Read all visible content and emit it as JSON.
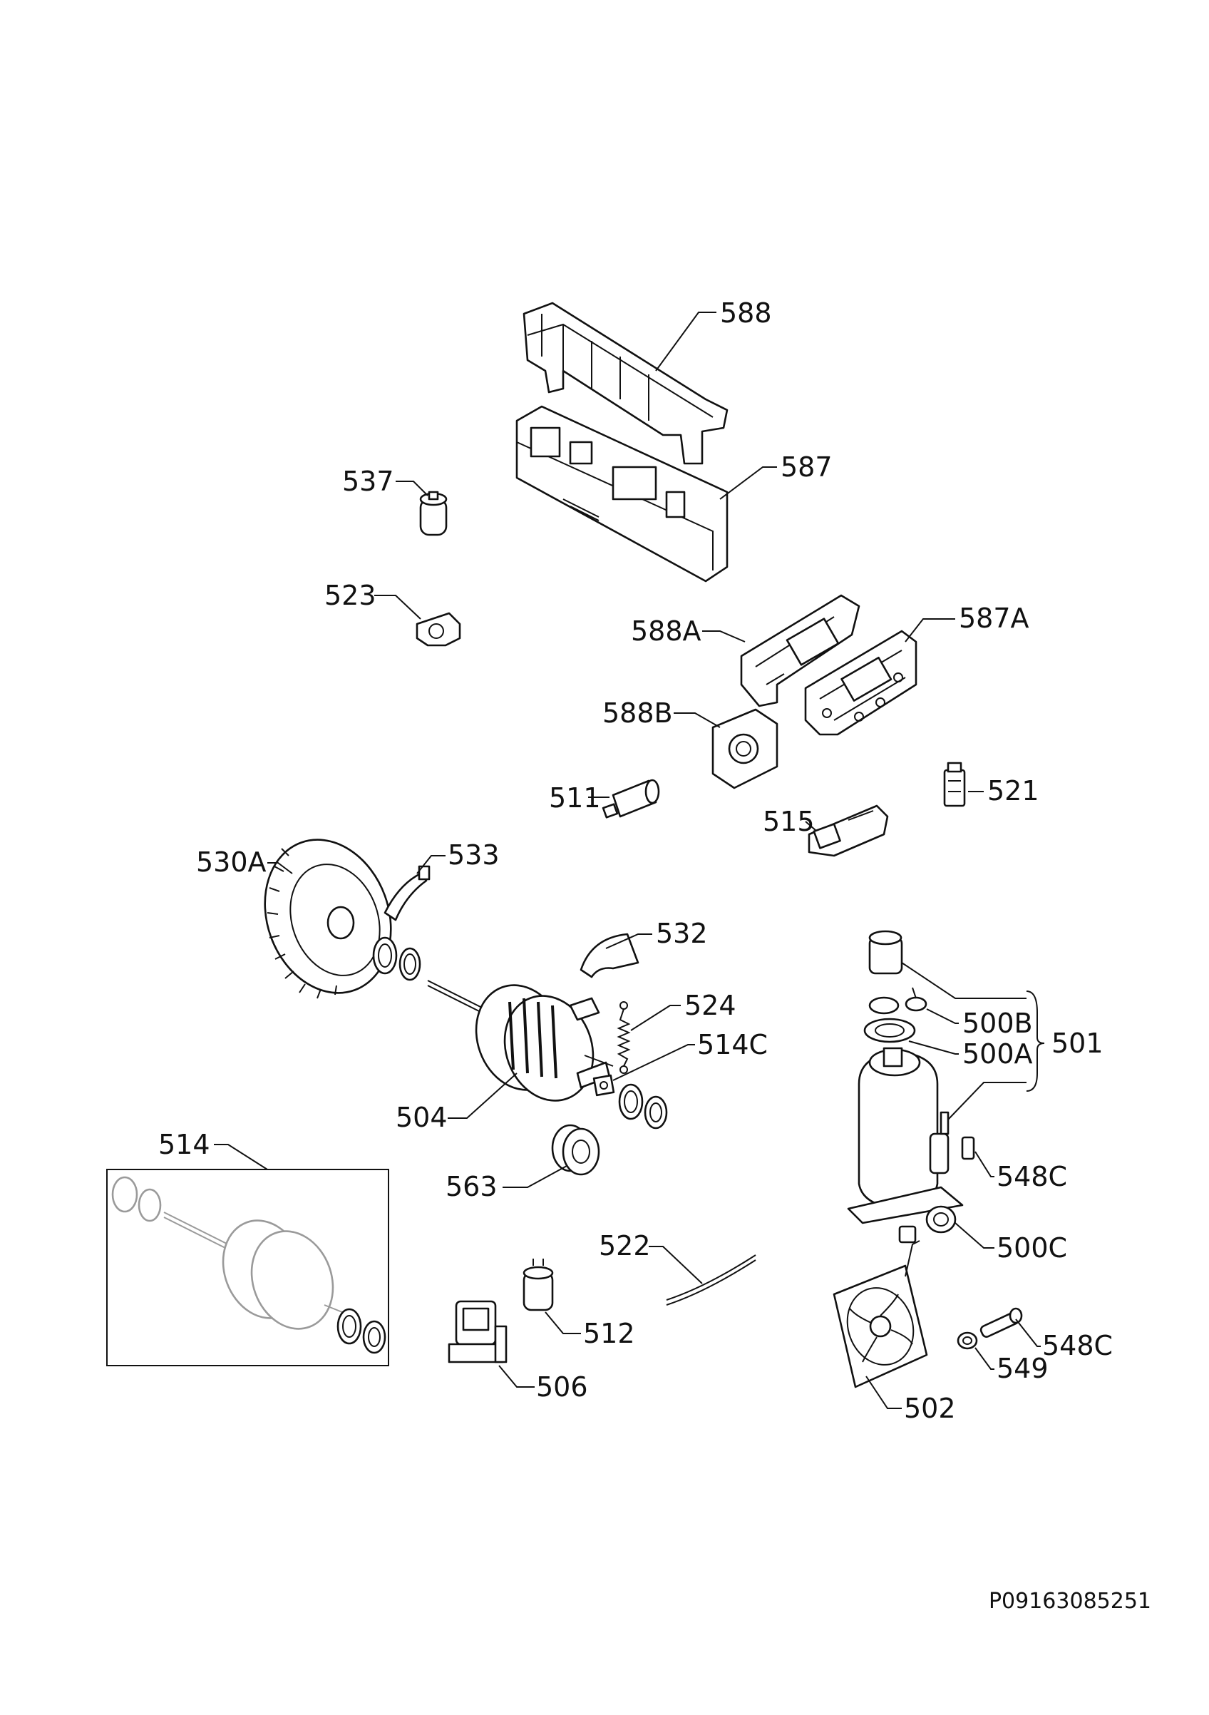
{
  "labels": {
    "l588": "588",
    "l587": "587",
    "l537": "537",
    "l523": "523",
    "l588A": "588A",
    "l587A": "587A",
    "l588B": "588B",
    "l511": "511",
    "l521": "521",
    "l515": "515",
    "l530A": "530A",
    "l533": "533",
    "l532": "532",
    "l524": "524",
    "l514C": "514C",
    "l500B": "500B",
    "l501": "501",
    "l500A": "500A",
    "l504": "504",
    "l514": "514",
    "l563": "563",
    "l548C_a": "548C",
    "l522": "522",
    "l500C": "500C",
    "l512": "512",
    "l548C_b": "548C",
    "l549": "549",
    "l506": "506",
    "l502": "502"
  },
  "footer": {
    "code": "P09163085251"
  }
}
